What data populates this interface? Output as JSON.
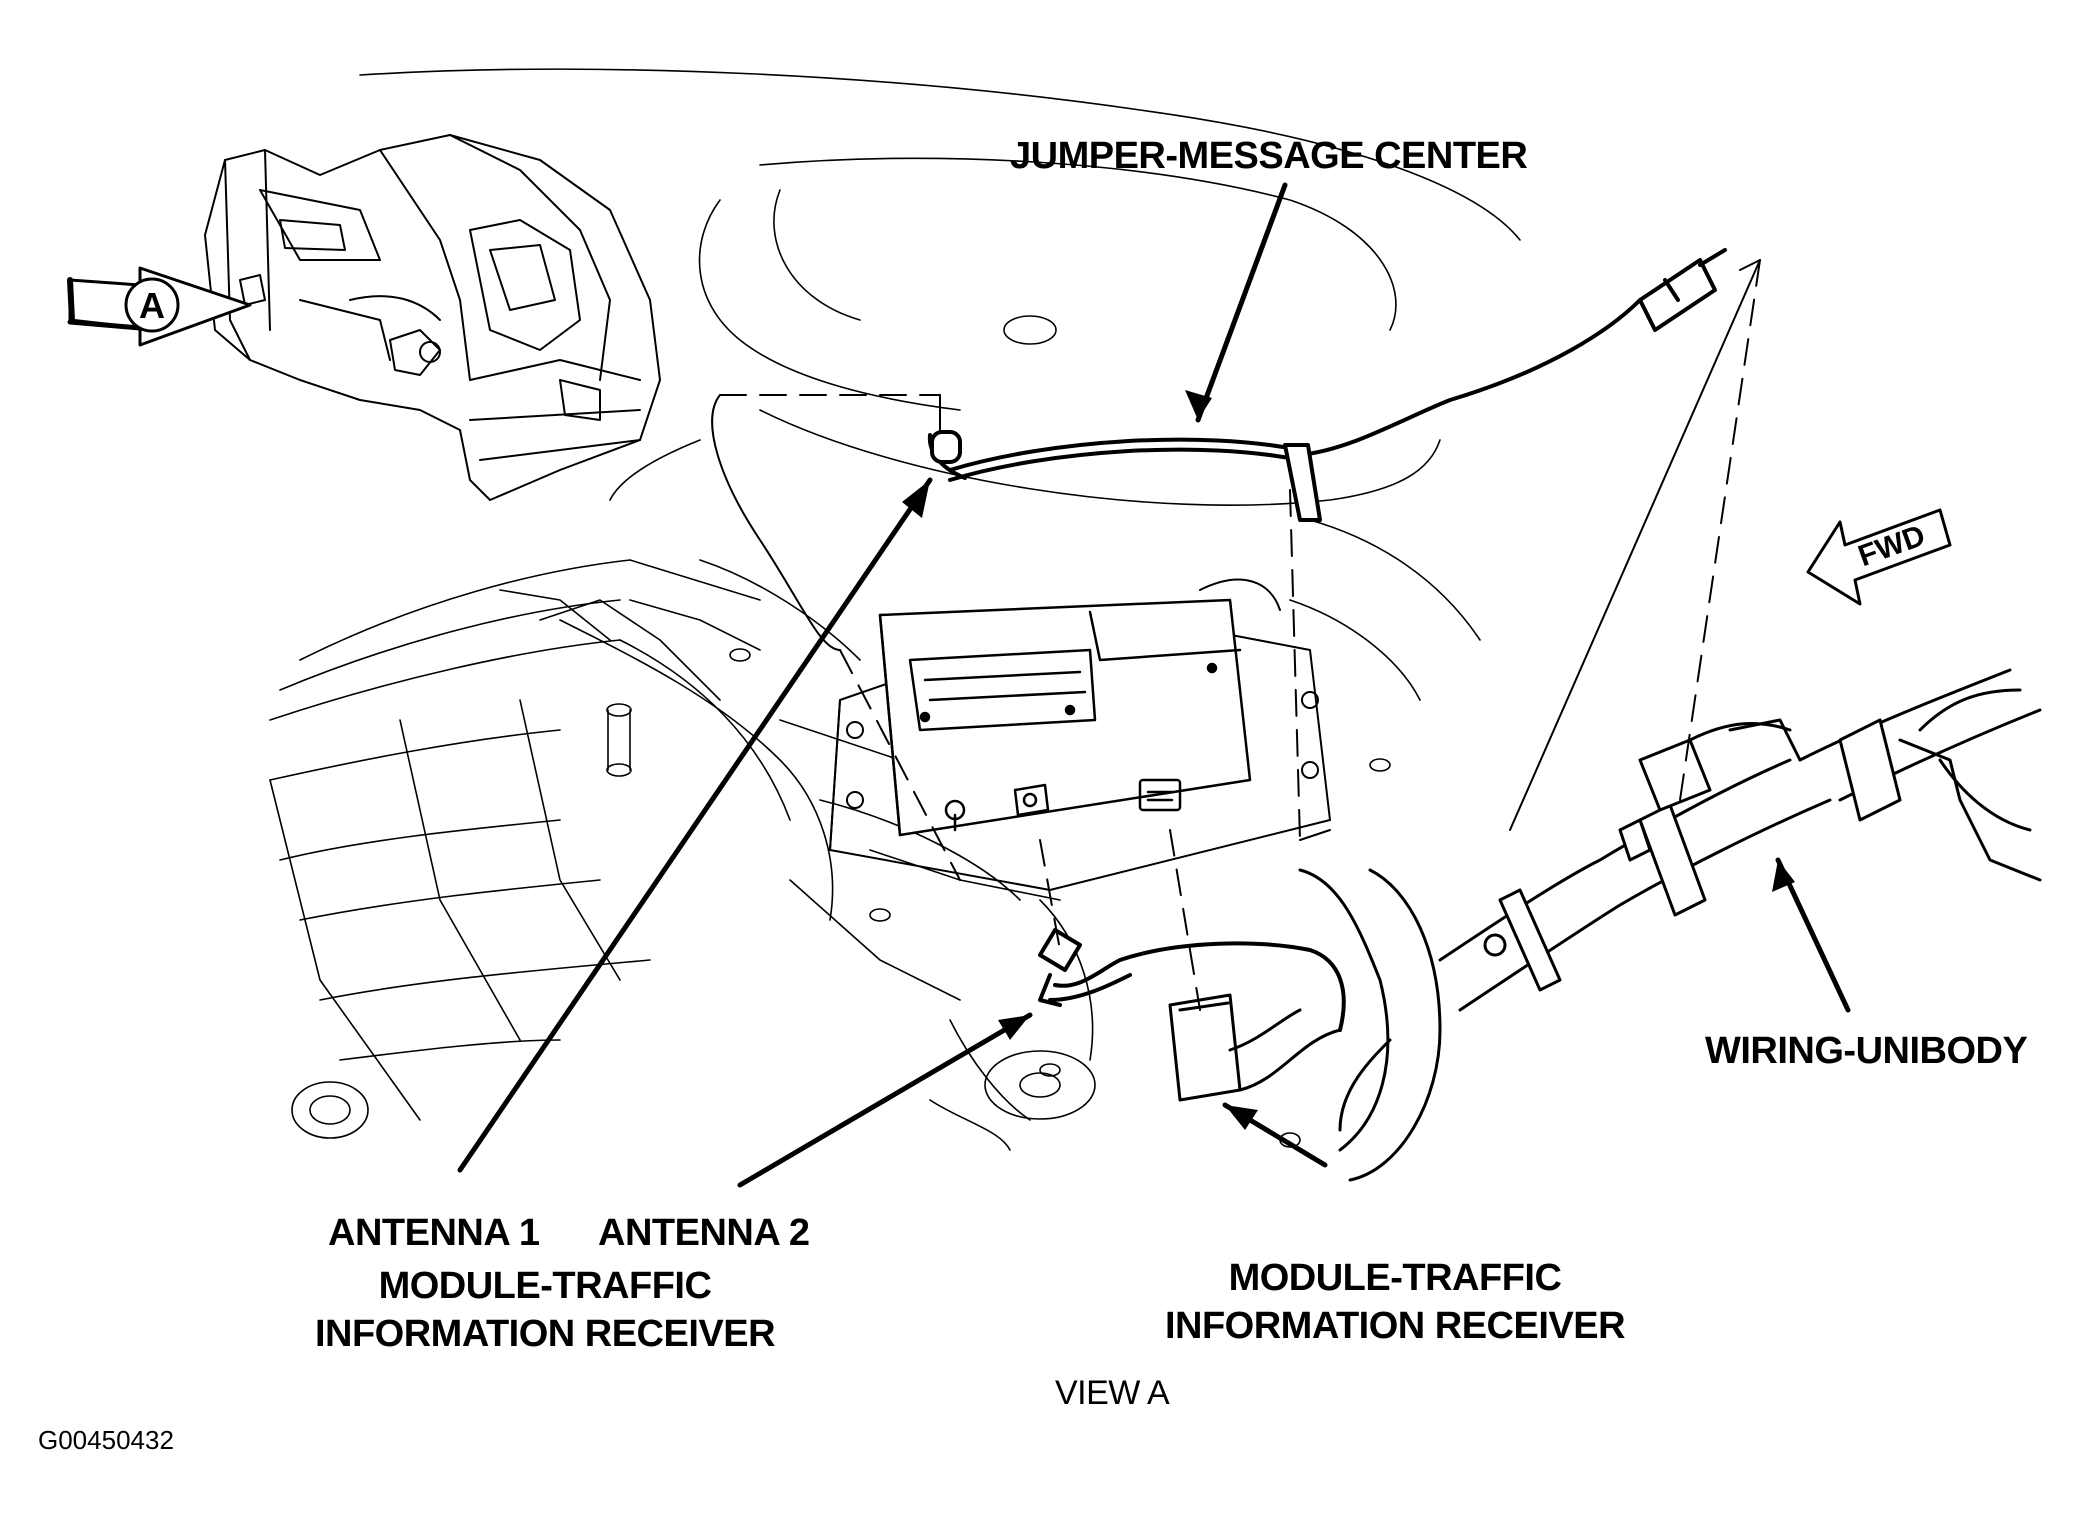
{
  "labels": {
    "jumper_message_center": "JUMPER-MESSAGE CENTER",
    "wiring_unibody": "WIRING-UNIBODY",
    "antenna_1": "ANTENNA 1",
    "antenna_2": "ANTENNA 2",
    "module_left_line1": "MODULE-TRAFFIC",
    "module_left_line2": "INFORMATION RECEIVER",
    "module_right_line1": "MODULE-TRAFFIC",
    "module_right_line2": "INFORMATION RECEIVER",
    "view_caption": "VIEW A",
    "figure_id": "G00450432",
    "view_marker": "A",
    "forward_marker": "FWD"
  }
}
